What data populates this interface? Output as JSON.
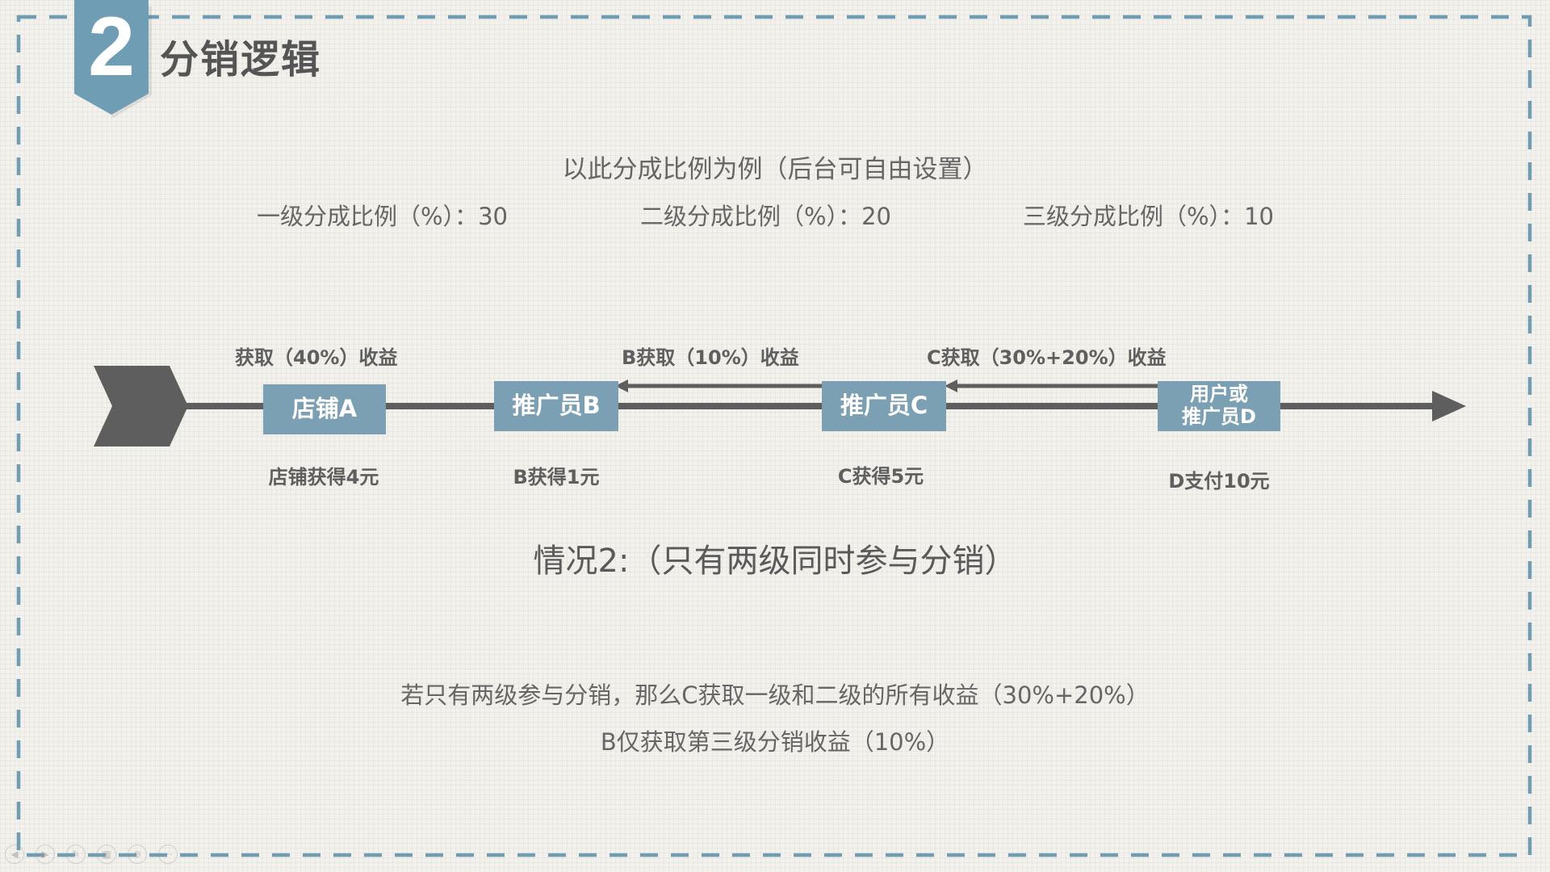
{
  "slide": {
    "number": "2",
    "title": "分销逻辑"
  },
  "intro": "以此分成比例为例（后台可自由设置）",
  "ratios": [
    {
      "label": "一级分成比例（%）：",
      "value": "30"
    },
    {
      "label": "二级分成比例（%）：",
      "value": "20"
    },
    {
      "label": "三级分成比例（%）：",
      "value": "10"
    }
  ],
  "flow": {
    "nodes": [
      {
        "label": "店铺A",
        "earning": "店铺获得4元"
      },
      {
        "label": "推广员B",
        "earning": "B获得1元"
      },
      {
        "label": "推广员C",
        "earning": "C获得5元"
      },
      {
        "label_lines": [
          "用户或",
          "推广员D"
        ],
        "earning": "D支付10元"
      }
    ],
    "gains": [
      "获取（40%）收益",
      "B获取（10%）收益",
      "C获取（30%+20%）收益"
    ]
  },
  "case_title": "情况2:（只有两级同时参与分销）",
  "explanation": [
    "若只有两级参与分销，那么C获取一级和二级的所有收益（30%+20%）",
    "B仅获取第三级分销收益（10%）"
  ],
  "colors": {
    "accent": "#6f9db3",
    "box": "#7ca0b3",
    "line": "#5e5e5e",
    "text": "#595959"
  },
  "icons": {
    "start": "triple-chevron-icon",
    "arrow": "arrow-right-icon",
    "nav": [
      "prev-icon",
      "next-icon",
      "pen-icon",
      "slides-icon",
      "zoom-icon",
      "more-icon"
    ]
  }
}
